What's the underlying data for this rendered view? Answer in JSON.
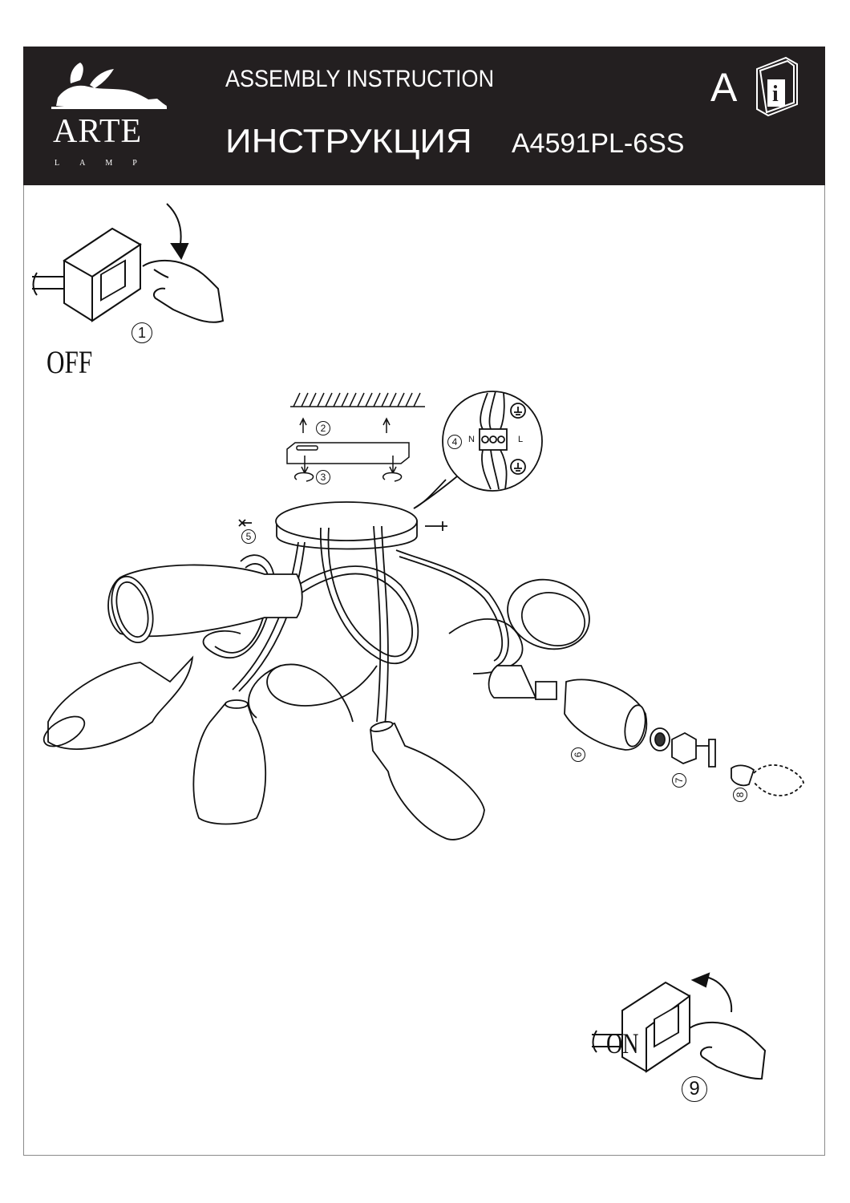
{
  "header": {
    "brand": "ARTE",
    "brand_sub": "LAMP",
    "title_en": "ASSEMBLY INSTRUCTION",
    "title_ru": "ИНСТРУКЦИЯ",
    "model": "A4591PL-6SS",
    "lang": "A",
    "info_icon": "info-book-icon"
  },
  "steps": {
    "s1": "1",
    "s2": "2",
    "s3": "3",
    "s4": "4",
    "s5": "5",
    "s6": "6",
    "s7": "7",
    "s8": "8",
    "s9": "9"
  },
  "switch_off_label": "OFF",
  "switch_on_label": "ON",
  "wiring": {
    "n": "N",
    "l": "L"
  },
  "colors": {
    "header_bg": "#231f20",
    "ink": "#111111"
  }
}
